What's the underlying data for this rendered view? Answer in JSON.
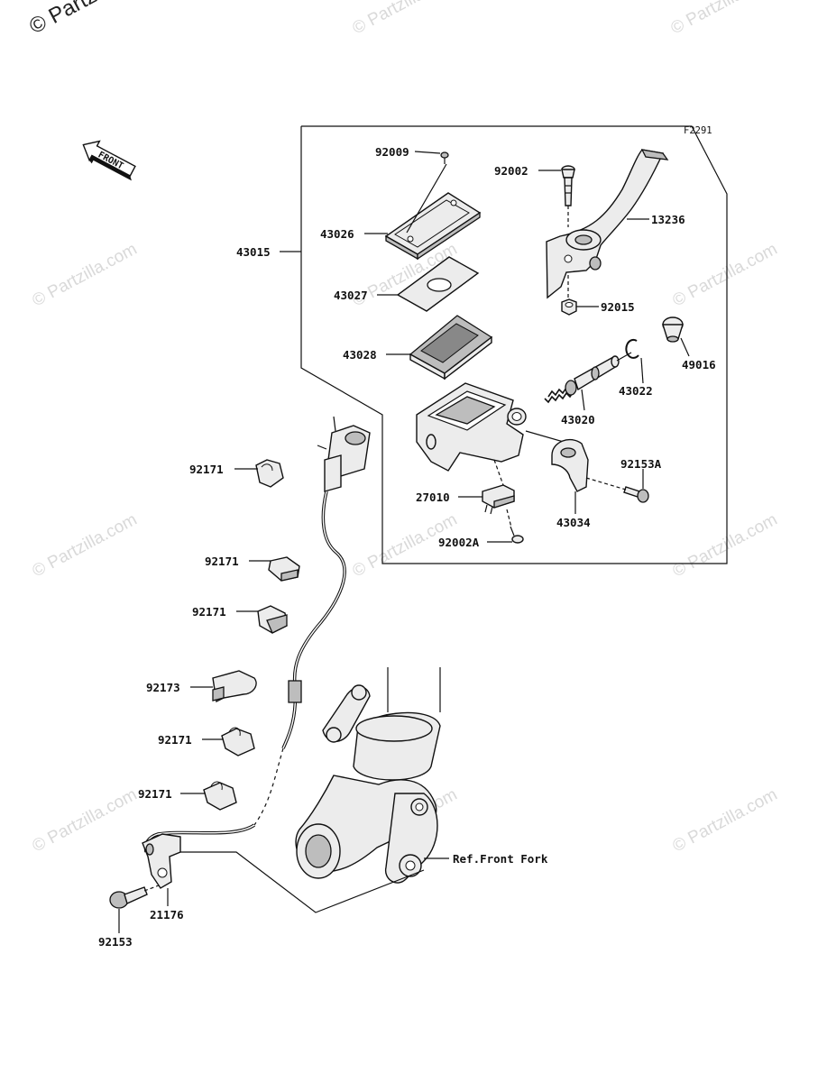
{
  "diagram_id": "F2291",
  "watermark": {
    "text": "© Partzilla.com",
    "corner_text": "© Partz"
  },
  "front_arrow_label": "FRONT",
  "parts": {
    "p92009": "92009",
    "p43026": "43026",
    "p43015": "43015",
    "p43027": "43027",
    "p43028": "43028",
    "p92002": "92002",
    "p13236": "13236",
    "p92015": "92015",
    "p49016": "49016",
    "p43022": "43022",
    "p43020": "43020",
    "p92153A": "92153A",
    "p27010": "27010",
    "p43034": "43034",
    "p92002A": "92002A",
    "p92171": "92171",
    "p92173": "92173",
    "p21176": "21176",
    "p92153": "92153",
    "ref_front_fork": "Ref.Front Fork"
  }
}
